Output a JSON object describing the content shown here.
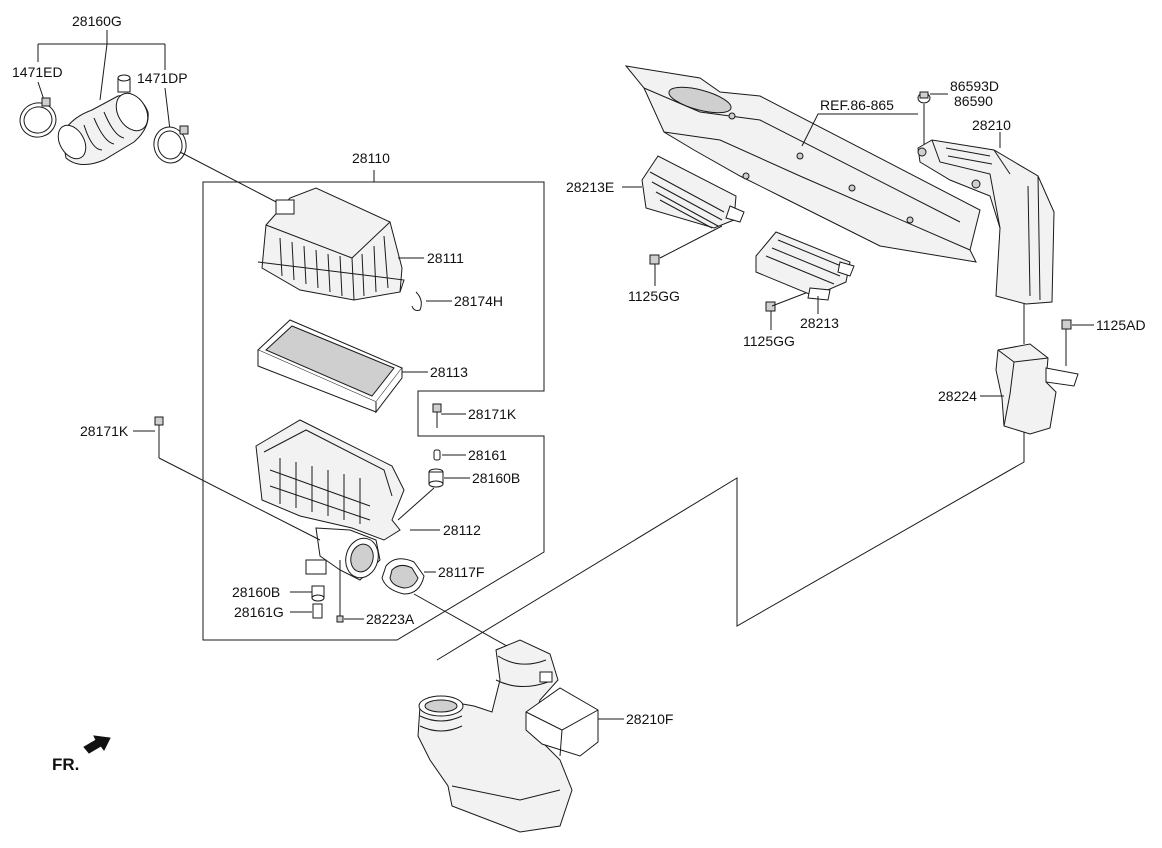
{
  "labels": {
    "p28160G": "28160G",
    "p1471ED": "1471ED",
    "p1471DP": "1471DP",
    "p28110": "28110",
    "p28111": "28111",
    "p28174H": "28174H",
    "p28113": "28113",
    "p28171K_a": "28171K",
    "p28161": "28161",
    "p28160B_a": "28160B",
    "p28171K_b": "28171K",
    "p28112": "28112",
    "p28117F": "28117F",
    "p28160B_b": "28160B",
    "p28161G": "28161G",
    "p28223A": "28223A",
    "p28210F": "28210F",
    "ref": "REF.86-865",
    "p28213E": "28213E",
    "p1125GG_a": "1125GG",
    "p28213": "28213",
    "p1125GG_b": "1125GG",
    "p86593D": "86593D",
    "p86590": "86590",
    "p28210": "28210",
    "p1125AD": "1125AD",
    "p28224": "28224",
    "fr": "FR."
  }
}
